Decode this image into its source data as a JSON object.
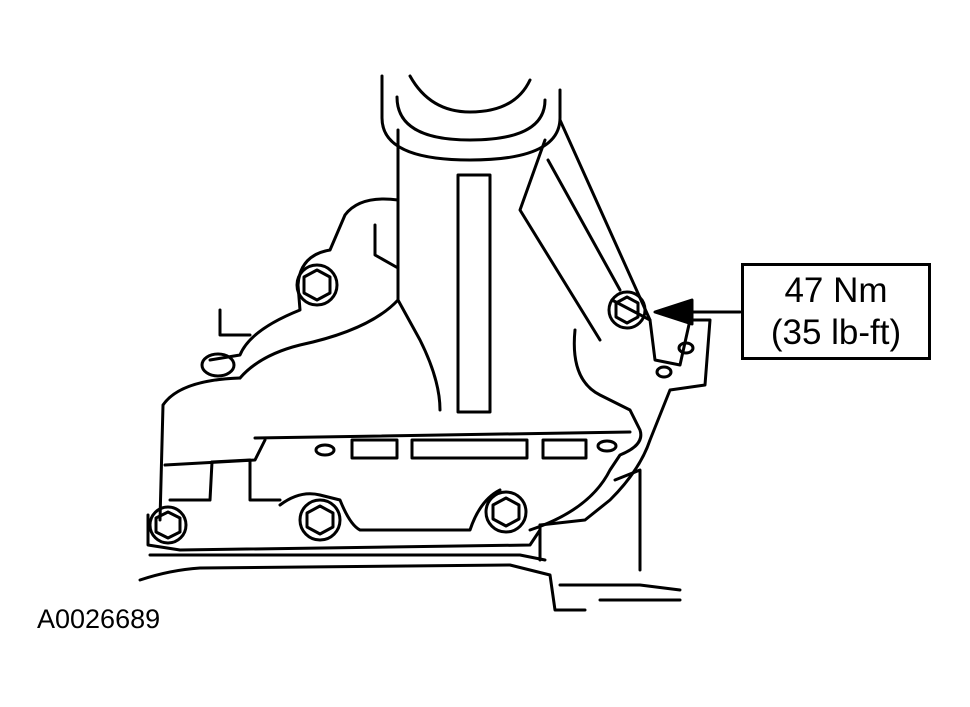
{
  "callout": {
    "torque_metric": "47 Nm",
    "torque_imperial": "(35 lb-ft)"
  },
  "figure_id": "A0026689",
  "colors": {
    "line": "#000000",
    "background": "#ffffff"
  }
}
